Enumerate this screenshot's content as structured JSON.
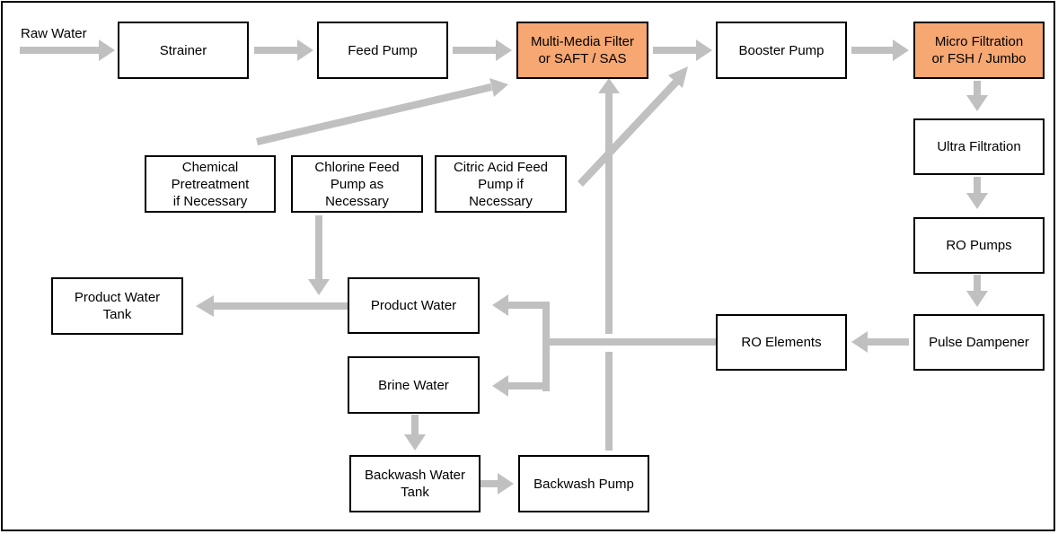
{
  "colors": {
    "arrow": "#c0c0c0",
    "highlight": "#f6a772",
    "border": "#000000"
  },
  "input_label": "Raw Water",
  "nodes": {
    "strainer": "Strainer",
    "feed_pump": "Feed Pump",
    "mmf": "Multi-Media Filter\nor SAFT / SAS",
    "booster_pump": "Booster Pump",
    "micro_filtration": "Micro Filtration\nor FSH / Jumbo",
    "ultra_filtration": "Ultra Filtration",
    "ro_pumps": "RO Pumps",
    "pulse_dampener": "Pulse Dampener",
    "ro_elements": "RO Elements",
    "chemical_pretreatment": "Chemical\nPretreatment\nif Necessary",
    "chlorine_feed_pump": "Chlorine Feed\nPump as\nNecessary",
    "citric_acid_feed_pump": "Citric Acid Feed\nPump if\nNecessary",
    "product_water_tank": "Product Water\nTank",
    "product_water": "Product Water",
    "brine_water": "Brine Water",
    "backwash_water_tank": "Backwash Water\nTank",
    "backwash_pump": "Backwash Pump"
  }
}
